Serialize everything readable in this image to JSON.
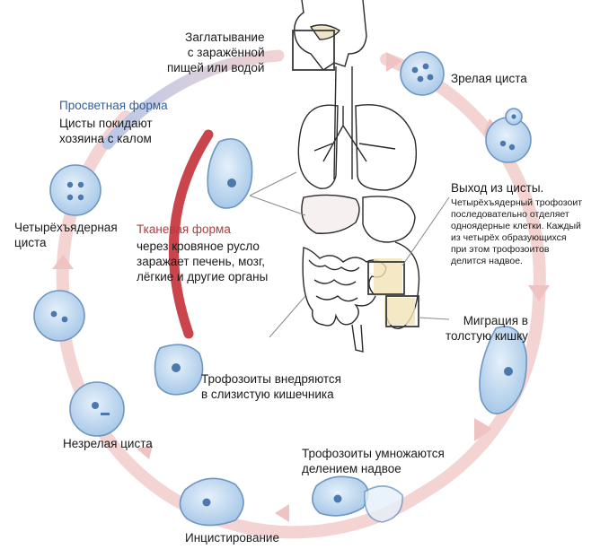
{
  "colors": {
    "ring": "#f3d4d2",
    "ring_arrow": "#efc3c1",
    "tissue_arc": "#c9444b",
    "lumen_arc": "#9fb3dc",
    "cell_fill": "#bcd7ef",
    "cell_stroke": "#6f96c2",
    "nucleus": "#4b79ad",
    "box": "#3a3a3a",
    "highlight": "#f2e3b6",
    "blue_label": "#2f5f9e",
    "red_label": "#b8383c"
  },
  "stages": {
    "ingestion": [
      "Заглатывание",
      "с заражённой",
      "пищей или водой"
    ],
    "mature_cyst": "Зрелая циста",
    "excystation": {
      "title": "Выход из цисты.",
      "details": [
        "Четырёхъядерный трофозоит",
        "последовательно отделяет",
        "одноядерные клетки. Каждый",
        "из четырёх образующихся",
        "при этом трофозоитов",
        "делится надвое."
      ]
    },
    "migration": [
      "Миграция в",
      "толстую кишку"
    ],
    "multiplication": [
      "Трофозоиты умножаются",
      "делением надвое"
    ],
    "encystation": "Инцистирование",
    "immature_cyst": "Незрелая циста",
    "four_nucleus_cyst": [
      "Четырёхъядерная",
      "циста"
    ],
    "lumen_form": {
      "title": "Просветная форма",
      "details": [
        "Цисты покидают",
        "хозяина с калом"
      ]
    },
    "tissue_form": {
      "title": "Тканевая форма",
      "details": [
        "через кровяное русло",
        "заражает печень, мозг,",
        "лёгкие и другие органы"
      ]
    },
    "invasion": [
      "Трофозоиты внедряются",
      "в слизистую кишечника"
    ]
  }
}
